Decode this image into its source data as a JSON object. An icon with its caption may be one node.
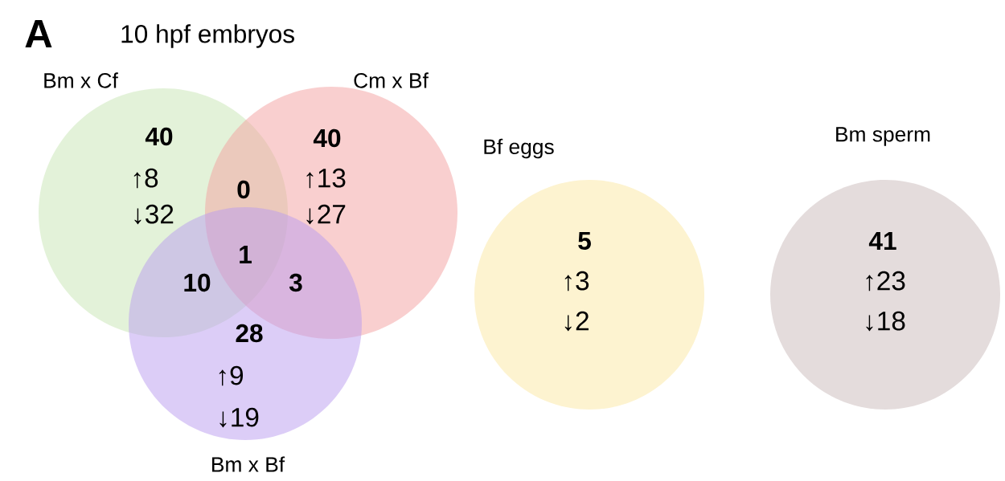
{
  "diagram": {
    "title": "10 hpf embryos",
    "nodes": [
      {
        "text": [
          "Bm x Cf",
          "40",
          "↑8",
          "↓32"
        ]
      },
      {
        "text": [
          "Cm x Bf",
          "40",
          "↑13",
          "↓27"
        ]
      },
      {
        "text": [
          "28",
          "↑9",
          "↓19",
          "Bm x Bf"
        ]
      },
      {
        "text": [
          "Bf eggs",
          "5",
          "↑3",
          "↓2"
        ]
      },
      {
        "text": [
          "Bm sperm",
          "41",
          "↑23",
          "↓18"
        ]
      }
    ],
    "labels": [
      "A",
      "0",
      "1",
      "10",
      "3"
    ]
  }
}
